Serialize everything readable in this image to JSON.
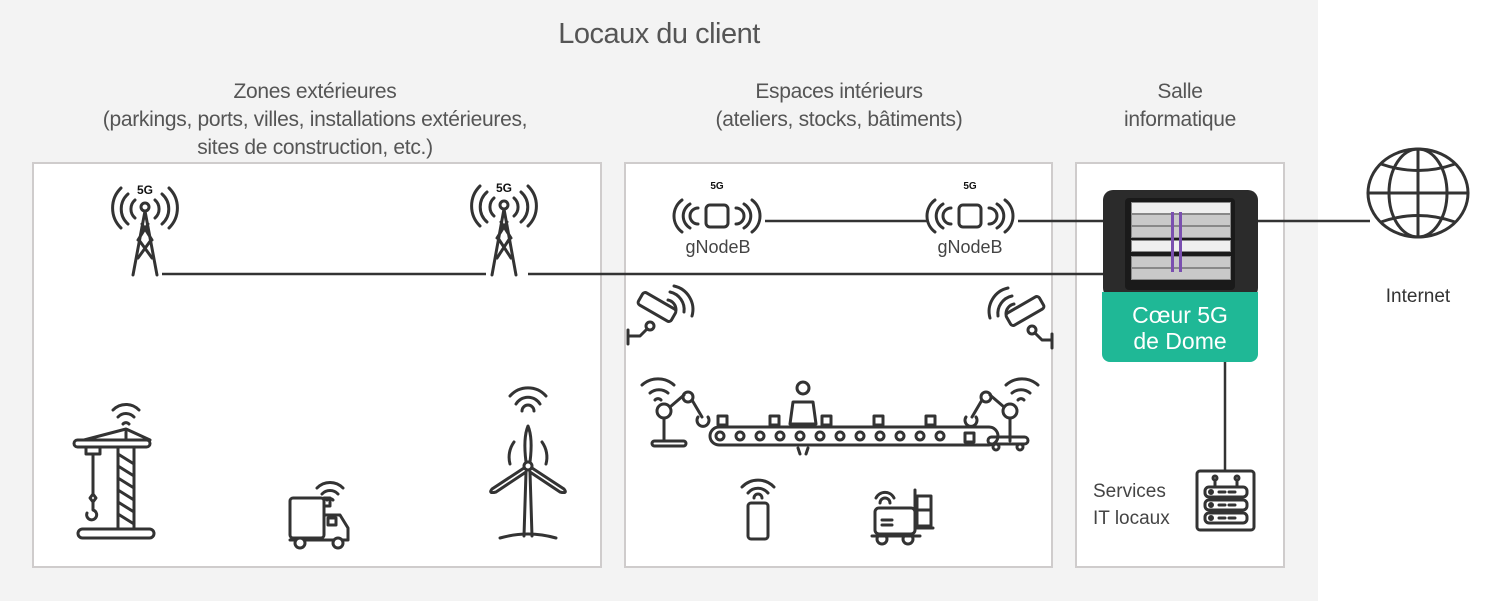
{
  "title": "Locaux du client",
  "zones": {
    "outdoor": {
      "heading": "Zones extérieures",
      "subheading_line1": "(parkings, ports, villes, installations extérieures,",
      "subheading_line2": "sites de construction, etc.)"
    },
    "indoor": {
      "heading": "Espaces intérieurs",
      "subheading": "(ateliers, stocks, bâtiments)"
    },
    "server_room": {
      "heading_line1": "Salle",
      "heading_line2": "informatique"
    }
  },
  "towers": [
    {
      "label": "5G"
    },
    {
      "label": "5G"
    }
  ],
  "gnodebs": [
    {
      "badge": "5G",
      "label": "gNodeB"
    },
    {
      "badge": "5G",
      "label": "gNodeB"
    }
  ],
  "core": {
    "line1": "Cœur 5G",
    "line2": "de Dome",
    "rack_brand": "Dome",
    "color": "#1fb896"
  },
  "local_it": {
    "line1": "Services",
    "line2": "IT locaux"
  },
  "internet": {
    "label": "Internet"
  },
  "outdoor_devices": [
    "crane-icon",
    "truck-icon",
    "wind-turbine-icon"
  ],
  "indoor_devices": [
    "camera-icon",
    "camera-icon",
    "robot-arm-icon",
    "conveyor-worker-icon",
    "robot-arm-icon",
    "smartphone-icon",
    "forklift-robot-icon"
  ],
  "colors": {
    "premises_bg": "#f3f3f3",
    "box_border": "#cfcccc",
    "line": "#333333",
    "text": "#555555"
  }
}
